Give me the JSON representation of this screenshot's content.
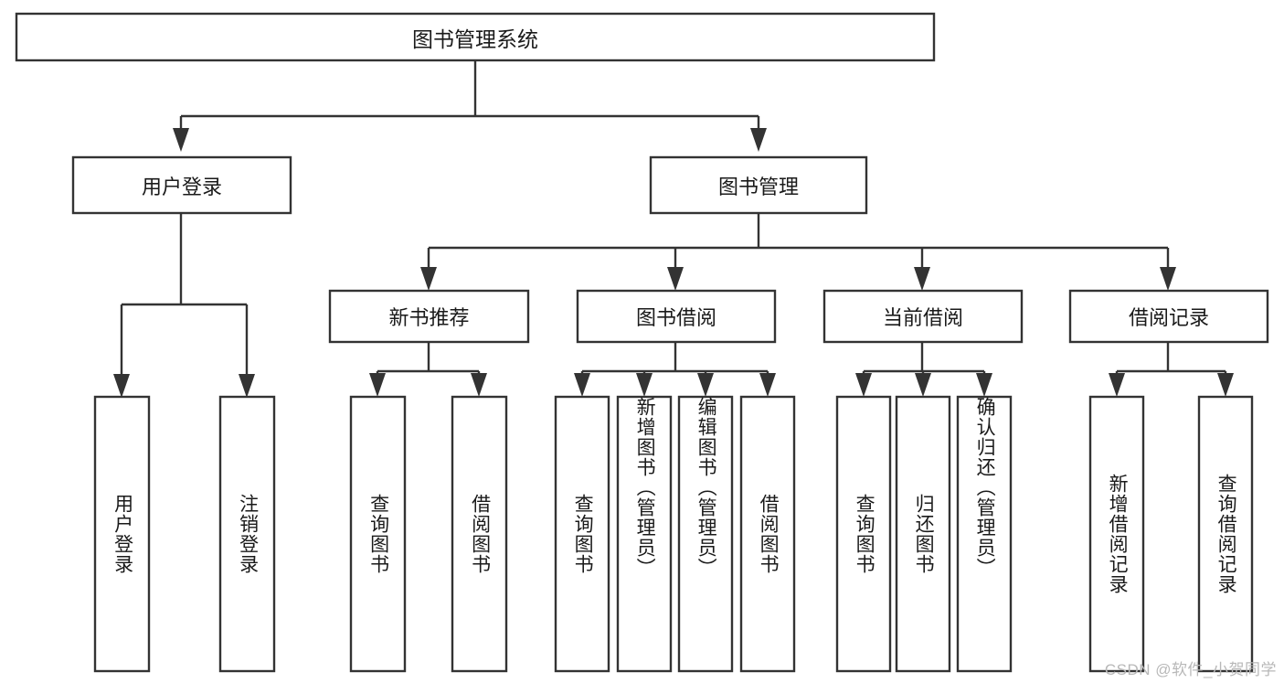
{
  "diagram": {
    "type": "tree",
    "title": "图书管理系统",
    "orientation": "top-down",
    "colors": {
      "box_stroke": "#333333",
      "box_fill": "#ffffff",
      "text": "#1a1a1a",
      "background": "#ffffff",
      "watermark": "#b8b8b8"
    },
    "root": {
      "label": "图书管理系统"
    },
    "level2": [
      {
        "label": "用户登录"
      },
      {
        "label": "图书管理"
      }
    ],
    "level3": [
      {
        "label": "新书推荐"
      },
      {
        "label": "图书借阅"
      },
      {
        "label": "当前借阅"
      },
      {
        "label": "借阅记录"
      }
    ],
    "leaves": {
      "user_login": [
        {
          "label": "用户登录"
        },
        {
          "label": "注销登录"
        }
      ],
      "new_book_recommend": [
        {
          "label": "查询图书"
        },
        {
          "label": "借阅图书"
        }
      ],
      "book_borrow": [
        {
          "label": "查询图书"
        },
        {
          "label": "新增图书（管理员）"
        },
        {
          "label": "编辑图书（管理员）"
        },
        {
          "label": "借阅图书"
        }
      ],
      "current_borrow": [
        {
          "label": "查询图书"
        },
        {
          "label": "归还图书"
        },
        {
          "label": "确认归还（管理员）"
        }
      ],
      "borrow_record": [
        {
          "label": "新增借阅记录"
        },
        {
          "label": "查询借阅记录"
        }
      ]
    }
  },
  "watermark": {
    "text": "CSDN @软件_小贺同学"
  }
}
